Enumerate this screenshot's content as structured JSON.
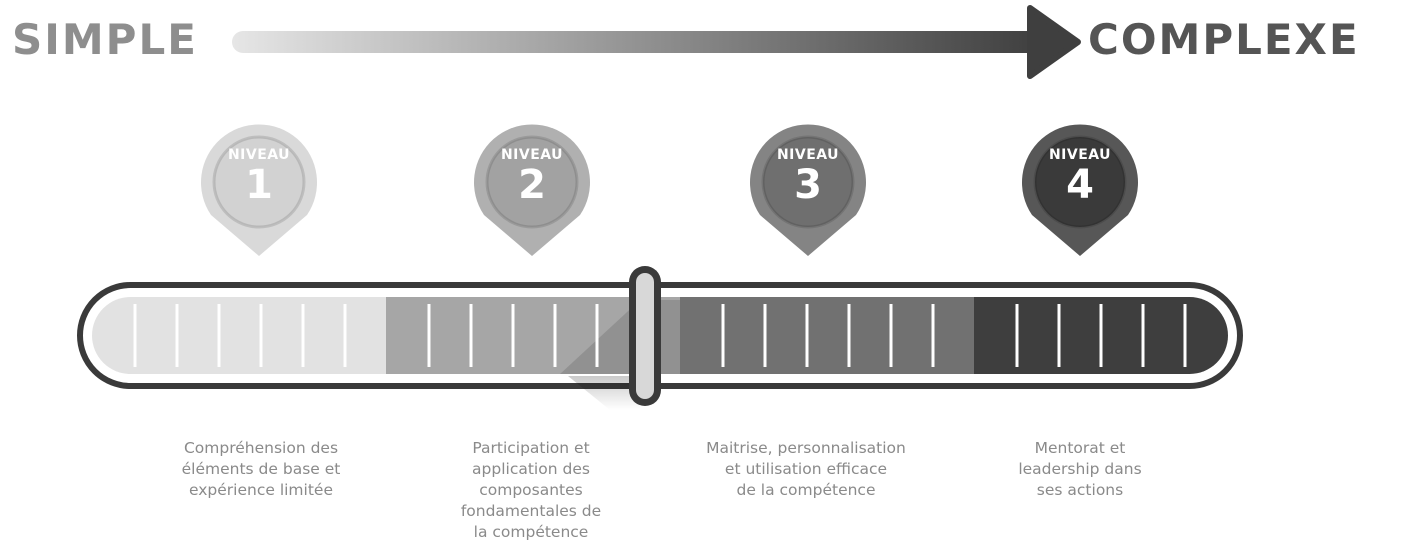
{
  "header": {
    "left_label": "SIMPLE",
    "right_label": "COMPLEXE"
  },
  "levels": [
    {
      "niveau": "NIVEAU",
      "number": "1",
      "color": "#d2d2d2",
      "description": "Compréhension des\néléments de base et\nexpérience limitée"
    },
    {
      "niveau": "NIVEAU",
      "number": "2",
      "color": "#a2a2a2",
      "description": "Participation et\napplication des\ncomposantes\nfondamentales de\nla compétence"
    },
    {
      "niveau": "NIVEAU",
      "number": "3",
      "color": "#6f6f6f",
      "description": "Maitrise, personnalisation\net utilisation efficace\nde la compétence"
    },
    {
      "niveau": "NIVEAU",
      "number": "4",
      "color": "#3a3a3a",
      "description": "Mentorat et\nleadership dans\nses actions"
    }
  ],
  "slider": {
    "position_level": 2,
    "fraction_of_scale": 0.5
  },
  "colors": {
    "arrow_start": "#e6e6e6",
    "arrow_end": "#3f3f3f",
    "outline": "#3a3a3a"
  }
}
